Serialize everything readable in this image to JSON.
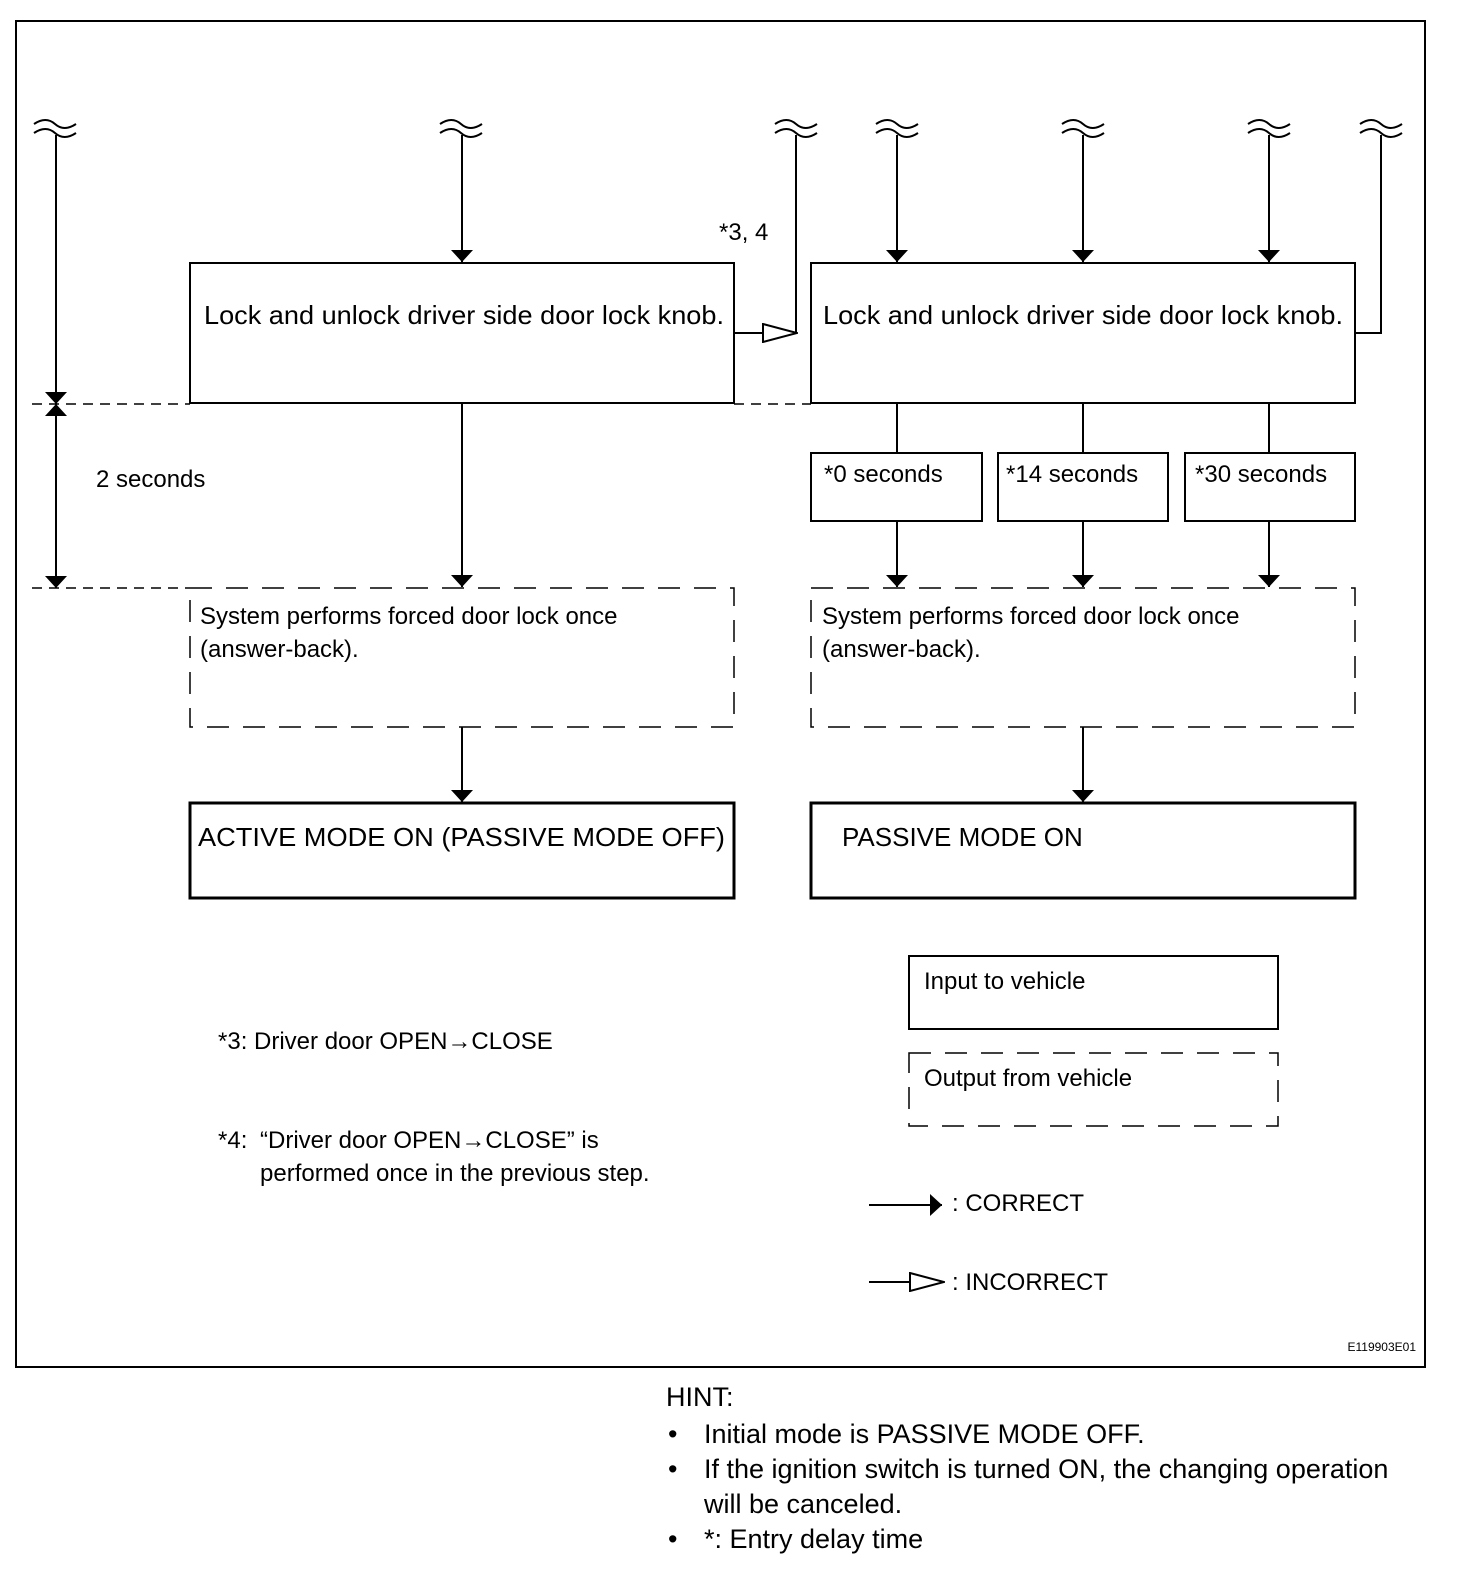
{
  "diagram": {
    "left_box_text": "Lock and unlock driver side door lock knob.",
    "right_box_text": "Lock and unlock driver side door lock knob.",
    "incorrect_note": "*3, 4",
    "timing_label": "2 seconds",
    "delays": [
      "*0 seconds",
      "*14 seconds",
      "*30 seconds"
    ],
    "left_output_lines": [
      "System performs forced door lock once",
      "(answer-back)."
    ],
    "right_output_lines": [
      "System performs forced door lock once",
      "(answer-back)."
    ],
    "left_result": "ACTIVE MODE ON (PASSIVE MODE OFF)",
    "right_result": "PASSIVE MODE ON",
    "footnote_3": "*3: Driver door OPEN→CLOSE",
    "footnote_4_marker": "*4:",
    "footnote_4_lines": [
      "“Driver door OPEN→CLOSE” is",
      "performed once in the previous step."
    ],
    "legend": {
      "input": "Input to vehicle",
      "output": "Output from vehicle",
      "correct": ": CORRECT",
      "incorrect": ": INCORRECT"
    },
    "figure_code": "E119903E01"
  },
  "hint": {
    "title": "HINT:",
    "items": [
      "Initial mode is PASSIVE MODE OFF.",
      "If the ignition switch is turned ON, the changing operation will be canceled.",
      "*: Entry delay time"
    ]
  }
}
